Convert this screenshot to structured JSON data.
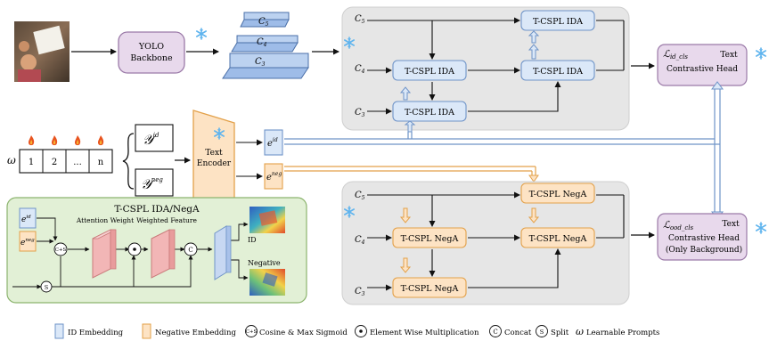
{
  "backbone": {
    "line1": "YOLO",
    "line2": "Backbone"
  },
  "pyramid": {
    "c5": "C",
    "c5_sub": "5",
    "c4": "C",
    "c4_sub": "4",
    "c3": "C",
    "c3_sub": "3"
  },
  "ida": {
    "module_label": "T-CSPL IDA"
  },
  "nega": {
    "module_label": "T-CSPL NegA"
  },
  "levels": {
    "c5": "C",
    "c4": "C",
    "c3": "C",
    "sub5": "5",
    "sub4": "4",
    "sub3": "3"
  },
  "heads": {
    "id": {
      "symbol": "ℒ",
      "sub": "id_cls",
      "line1": "Text",
      "line2": "Contrastive Head"
    },
    "ood": {
      "symbol": "ℒ",
      "sub": "ood_cls",
      "line1": "Text",
      "line2": "Contrastive Head",
      "line3": "(Only Background)"
    }
  },
  "prompts": {
    "omega": "ω",
    "cells": [
      "1",
      "2",
      "...",
      "n"
    ]
  },
  "y_boxes": {
    "id_sym": "𝒴",
    "id_sup": "id",
    "neg_sym": "𝒴",
    "neg_sup": "neg"
  },
  "text_encoder": {
    "line1": "Text",
    "line2": "Encoder"
  },
  "embeddings": {
    "e": "e",
    "id_sup": "id",
    "neg_sup": "neg"
  },
  "inset": {
    "title": "T-CSPL IDA/NegA",
    "attention_weight": "Attention Weight",
    "weighted_feature": "Weighted Feature",
    "id_label": "ID",
    "negative_label": "Negative",
    "op_cs": "C+S",
    "op_dot": "•",
    "op_c": "C",
    "op_s": "S"
  },
  "legend": {
    "id_embedding": "ID Embedding",
    "negative_embedding": "Negative Embedding",
    "cos_sigmoid_sym": "C+S",
    "cos_sigmoid": "Cosine & Max Sigmoid",
    "elementwise_sym": "•",
    "elementwise": "Element Wise Multiplication",
    "concat_sym": "C",
    "concat": "Concat",
    "split_sym": "S",
    "split": "Split",
    "omega": "ω",
    "learnable": "Learnable Prompts"
  },
  "colors": {
    "ida_fill": "#dbe8f8",
    "ida_stroke": "#6f94c8",
    "nega_fill": "#fde3c4",
    "nega_stroke": "#e3a14a",
    "head_fill": "#e8d9ec",
    "head_stroke": "#9b7aa8",
    "panel_fill": "#e6e6e6",
    "inset_fill": "#e2f0d6",
    "inset_stroke": "#8cb46e",
    "snowflake": "#5fb4ee",
    "flame": "#e8541f"
  }
}
